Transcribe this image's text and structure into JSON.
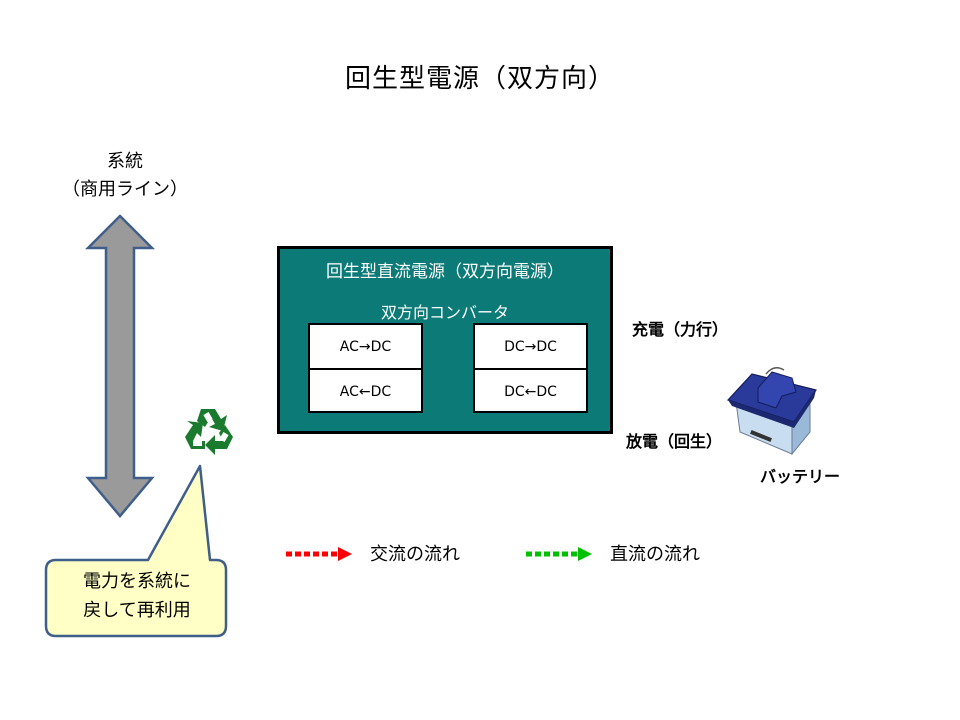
{
  "title": "回生型電源（双方向）",
  "grid": {
    "line1": "系統",
    "line2": "（商用ライン）"
  },
  "power_supply": {
    "title": "回生型直流電源（双方向電源）",
    "converter_title": "双方向コンバータ",
    "left_converter": {
      "forward": "AC→DC",
      "reverse": "AC←DC"
    },
    "right_converter": {
      "forward": "DC→DC",
      "reverse": "DC←DC"
    }
  },
  "battery": {
    "charge_label": "充電（力行）",
    "discharge_label": "放電（回生）",
    "label": "バッテリー"
  },
  "callout": {
    "line1": "電力を系統に",
    "line2": "戻して再利用"
  },
  "legend": {
    "ac": {
      "label": "交流の流れ",
      "color": "#ff0000"
    },
    "dc": {
      "label": "直流の流れ",
      "color": "#00c000"
    }
  },
  "colors": {
    "box_fill": "#0c7b77",
    "arrow_fill": "#9a9a9a",
    "arrow_stroke": "#3f5f8a",
    "callout_fill": "#ffffc6",
    "callout_stroke": "#3f5f8a",
    "recycle_green": "#1a7a2e",
    "battery_top": "#2a3a9a"
  }
}
